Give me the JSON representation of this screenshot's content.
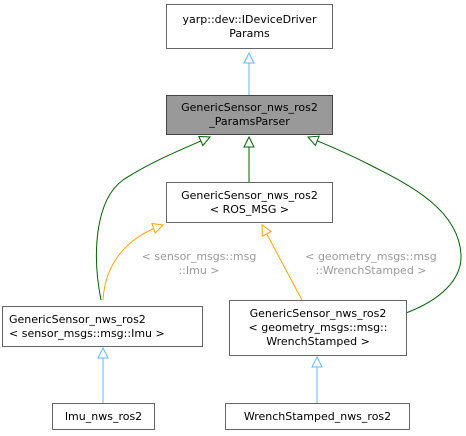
{
  "nodes": {
    "idevice_params": {
      "lines": [
        "yarp::dev::IDeviceDriver",
        "Params"
      ]
    },
    "params_parser": {
      "lines": [
        "GenericSensor_nws_ros2",
        "_ParamsParser"
      ]
    },
    "generic_template": {
      "lines": [
        "GenericSensor_nws_ros2",
        "< ROS_MSG >"
      ]
    },
    "generic_imu": {
      "lines": [
        "GenericSensor_nws_ros2",
        "< sensor_msgs::msg::Imu >"
      ]
    },
    "generic_wrench": {
      "lines": [
        "GenericSensor_nws_ros2",
        "< geometry_msgs::msg::",
        "WrenchStamped >"
      ]
    },
    "imu_nws": {
      "lines": [
        "Imu_nws_ros2"
      ]
    },
    "wrench_nws": {
      "lines": [
        "WrenchStamped_nws_ros2"
      ]
    }
  },
  "edge_labels": {
    "imu_template_arg": {
      "lines": [
        "< sensor_msgs::msg",
        "::Imu >"
      ]
    },
    "wrench_template_arg": {
      "lines": [
        "< geometry_msgs::msg",
        "::WrenchStamped >"
      ]
    }
  },
  "colors": {
    "inheritance_public": "#63b8ff",
    "inheritance_derived": "#006400",
    "template_instance": "#ffa500",
    "edge_label_text": "#9a9a9a",
    "current_node_fill": "#999999"
  }
}
